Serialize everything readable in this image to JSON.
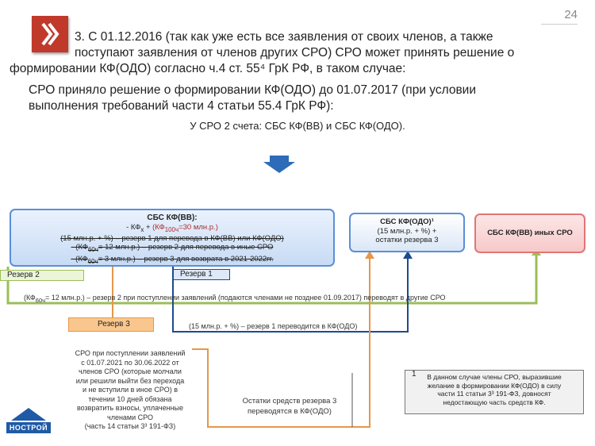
{
  "slide_number": "24",
  "intro": {
    "line1": "3. С 01.12.2016 (так как уже есть все заявления от своих членов, а также",
    "line2": "поступают заявления от членов других СРО) СРО может принять решение о",
    "line3": "формировании КФ(ОДО) согласно ч.4 ст. 55⁴  ГрК РФ, в таком случае:"
  },
  "decision": {
    "line1": "СРО приняло решение о формировании КФ(ОДО) до 01.07.2017 (при условии",
    "line2": "выполнения требований части 4 статьи 55.4 ГрК РФ):"
  },
  "accounts_line": "У СРО 2 счета: СБС КФ(ВВ) и СБС КФ(ОДО).",
  "box_vv": {
    "title": "СБС КФ(ВВ):",
    "line1_a": "- КФ",
    "line1_sub": "x",
    "line1_b": " + ",
    "line1_c": "(КФ",
    "line1_c_sub": "100ч",
    "line1_d": "=30 млн.р.)",
    "line2": "(15 млн.р. + %) – резерв 1 для перевода в КФ(ВВ) или КФ(ОДО)",
    "line3_a": "- (КФ",
    "line3_sub": "60ч",
    "line3_b": "= 12 млн.р.) – резерв 2",
    "line3_c": " для перевода в иные СРО",
    "line4_a": "- (КФ",
    "line4_sub": "60ч",
    "line4_b": "= 3 млн.р.) – резерв 3 для возврата в 2021-2022гг."
  },
  "box_odo": {
    "title": "СБС КФ(ОДО)¹",
    "line1": "(15 млн.р. + %) +",
    "line2": "остатки резерва 3"
  },
  "box_other": "СБС КФ(ВВ) иных СРО",
  "tags": {
    "reserve2": "Резерв 2",
    "reserve1": "Резерв 1",
    "reserve3": "Резерв 3"
  },
  "note_reserve2_a": "(КФ",
  "note_reserve2_sub": "60ч",
  "note_reserve2_b": "= 12 млн.р.) – резерв 2 при поступлении заявлений (подаются членами не позднее 01.09.2017) переводят в другие СРО",
  "note_reserve1": "(15 млн.р. + %) – резерв 1 переводится в КФ(ОДО)",
  "reserve3_text": [
    "СРО при поступлении заявлений",
    "с 01.07.2021 по 30.06.2022 от",
    "членов СРО (которые молчали",
    "или решили выйти без перехода",
    "и не вступили в иное СРО) в",
    "течении 10 дней обязана",
    "возвратить взносы, уплаченные",
    "членами СРО",
    "(часть 14 статьи 3³ 191-ФЗ)"
  ],
  "remainder_text": {
    "line1": "Остатки средств резерва 3",
    "line2": "переводятся в КФ(ОДО)"
  },
  "footnote": {
    "marker": "1",
    "lines": [
      "В данном случае члены СРО, выразившие",
      "желание в формировании КФ(ОДО) в силу",
      "части 11 статьи 3³ 191-ФЗ, довносят",
      "недостающую часть средств КФ."
    ]
  },
  "logo_text": "НОСТРОЙ",
  "colors": {
    "accent_red": "#c0392b",
    "blue_box": "#5b8fd6",
    "green_line": "#9bbe57",
    "orange_line": "#e7974a",
    "navy_line": "#1d4b8f",
    "pink_box": "#f7c9c9"
  }
}
